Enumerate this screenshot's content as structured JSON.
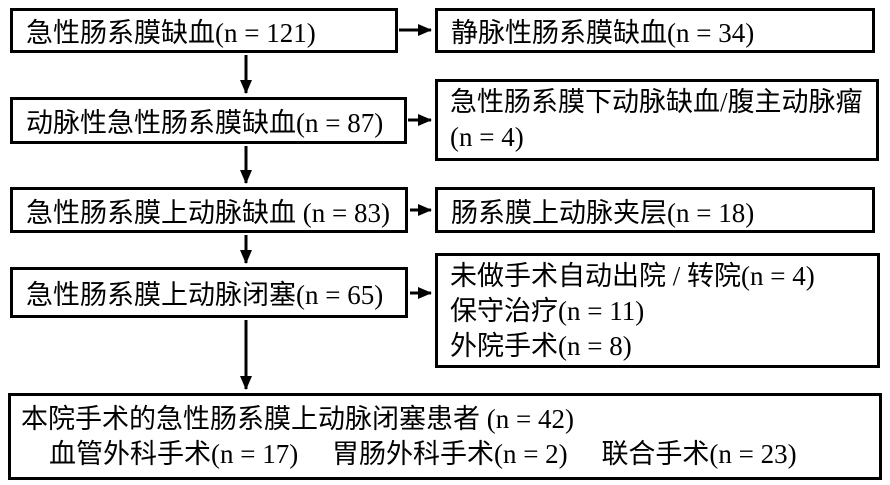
{
  "colors": {
    "background": "#ffffff",
    "box_border": "#000000",
    "arrow": "#000000",
    "text": "#000000"
  },
  "boxes": {
    "acute_mesenteric_ischemia": {
      "label": "急性肠系膜缺血(n = 121)"
    },
    "venous_mesenteric_ischemia": {
      "label": "静脉性肠系膜缺血(n = 34)"
    },
    "arterial_acute_mesenteric_ischemia": {
      "label": "动脉性急性肠系膜缺血(n = 87)"
    },
    "inferior_mesenteric_or_aaa": {
      "line1": "急性肠系膜下动脉缺血/腹主动脉瘤",
      "line2": "(n = 4)"
    },
    "acute_sma_ischemia": {
      "label": "急性肠系膜上动脉缺血 (n = 83)"
    },
    "sma_dissection": {
      "label": "肠系膜上动脉夹层(n = 18)"
    },
    "acute_sma_occlusion": {
      "label": "急性肠系膜上动脉闭塞(n = 65)"
    },
    "non_surgical_outcomes": {
      "line1": "未做手术自动出院 / 转院(n = 4)",
      "line2": "保守治疗(n = 11)",
      "line3": "外院手术(n = 8)"
    },
    "hospital_surgery_patients": {
      "line1": "本院手术的急性肠系膜上动脉闭塞患者 (n = 42)",
      "vascular_surgery": "血管外科手术(n = 17)",
      "gastrointestinal_surgery": "胃肠外科手术(n = 2)",
      "combined_surgery": "联合手术(n = 23)"
    }
  }
}
